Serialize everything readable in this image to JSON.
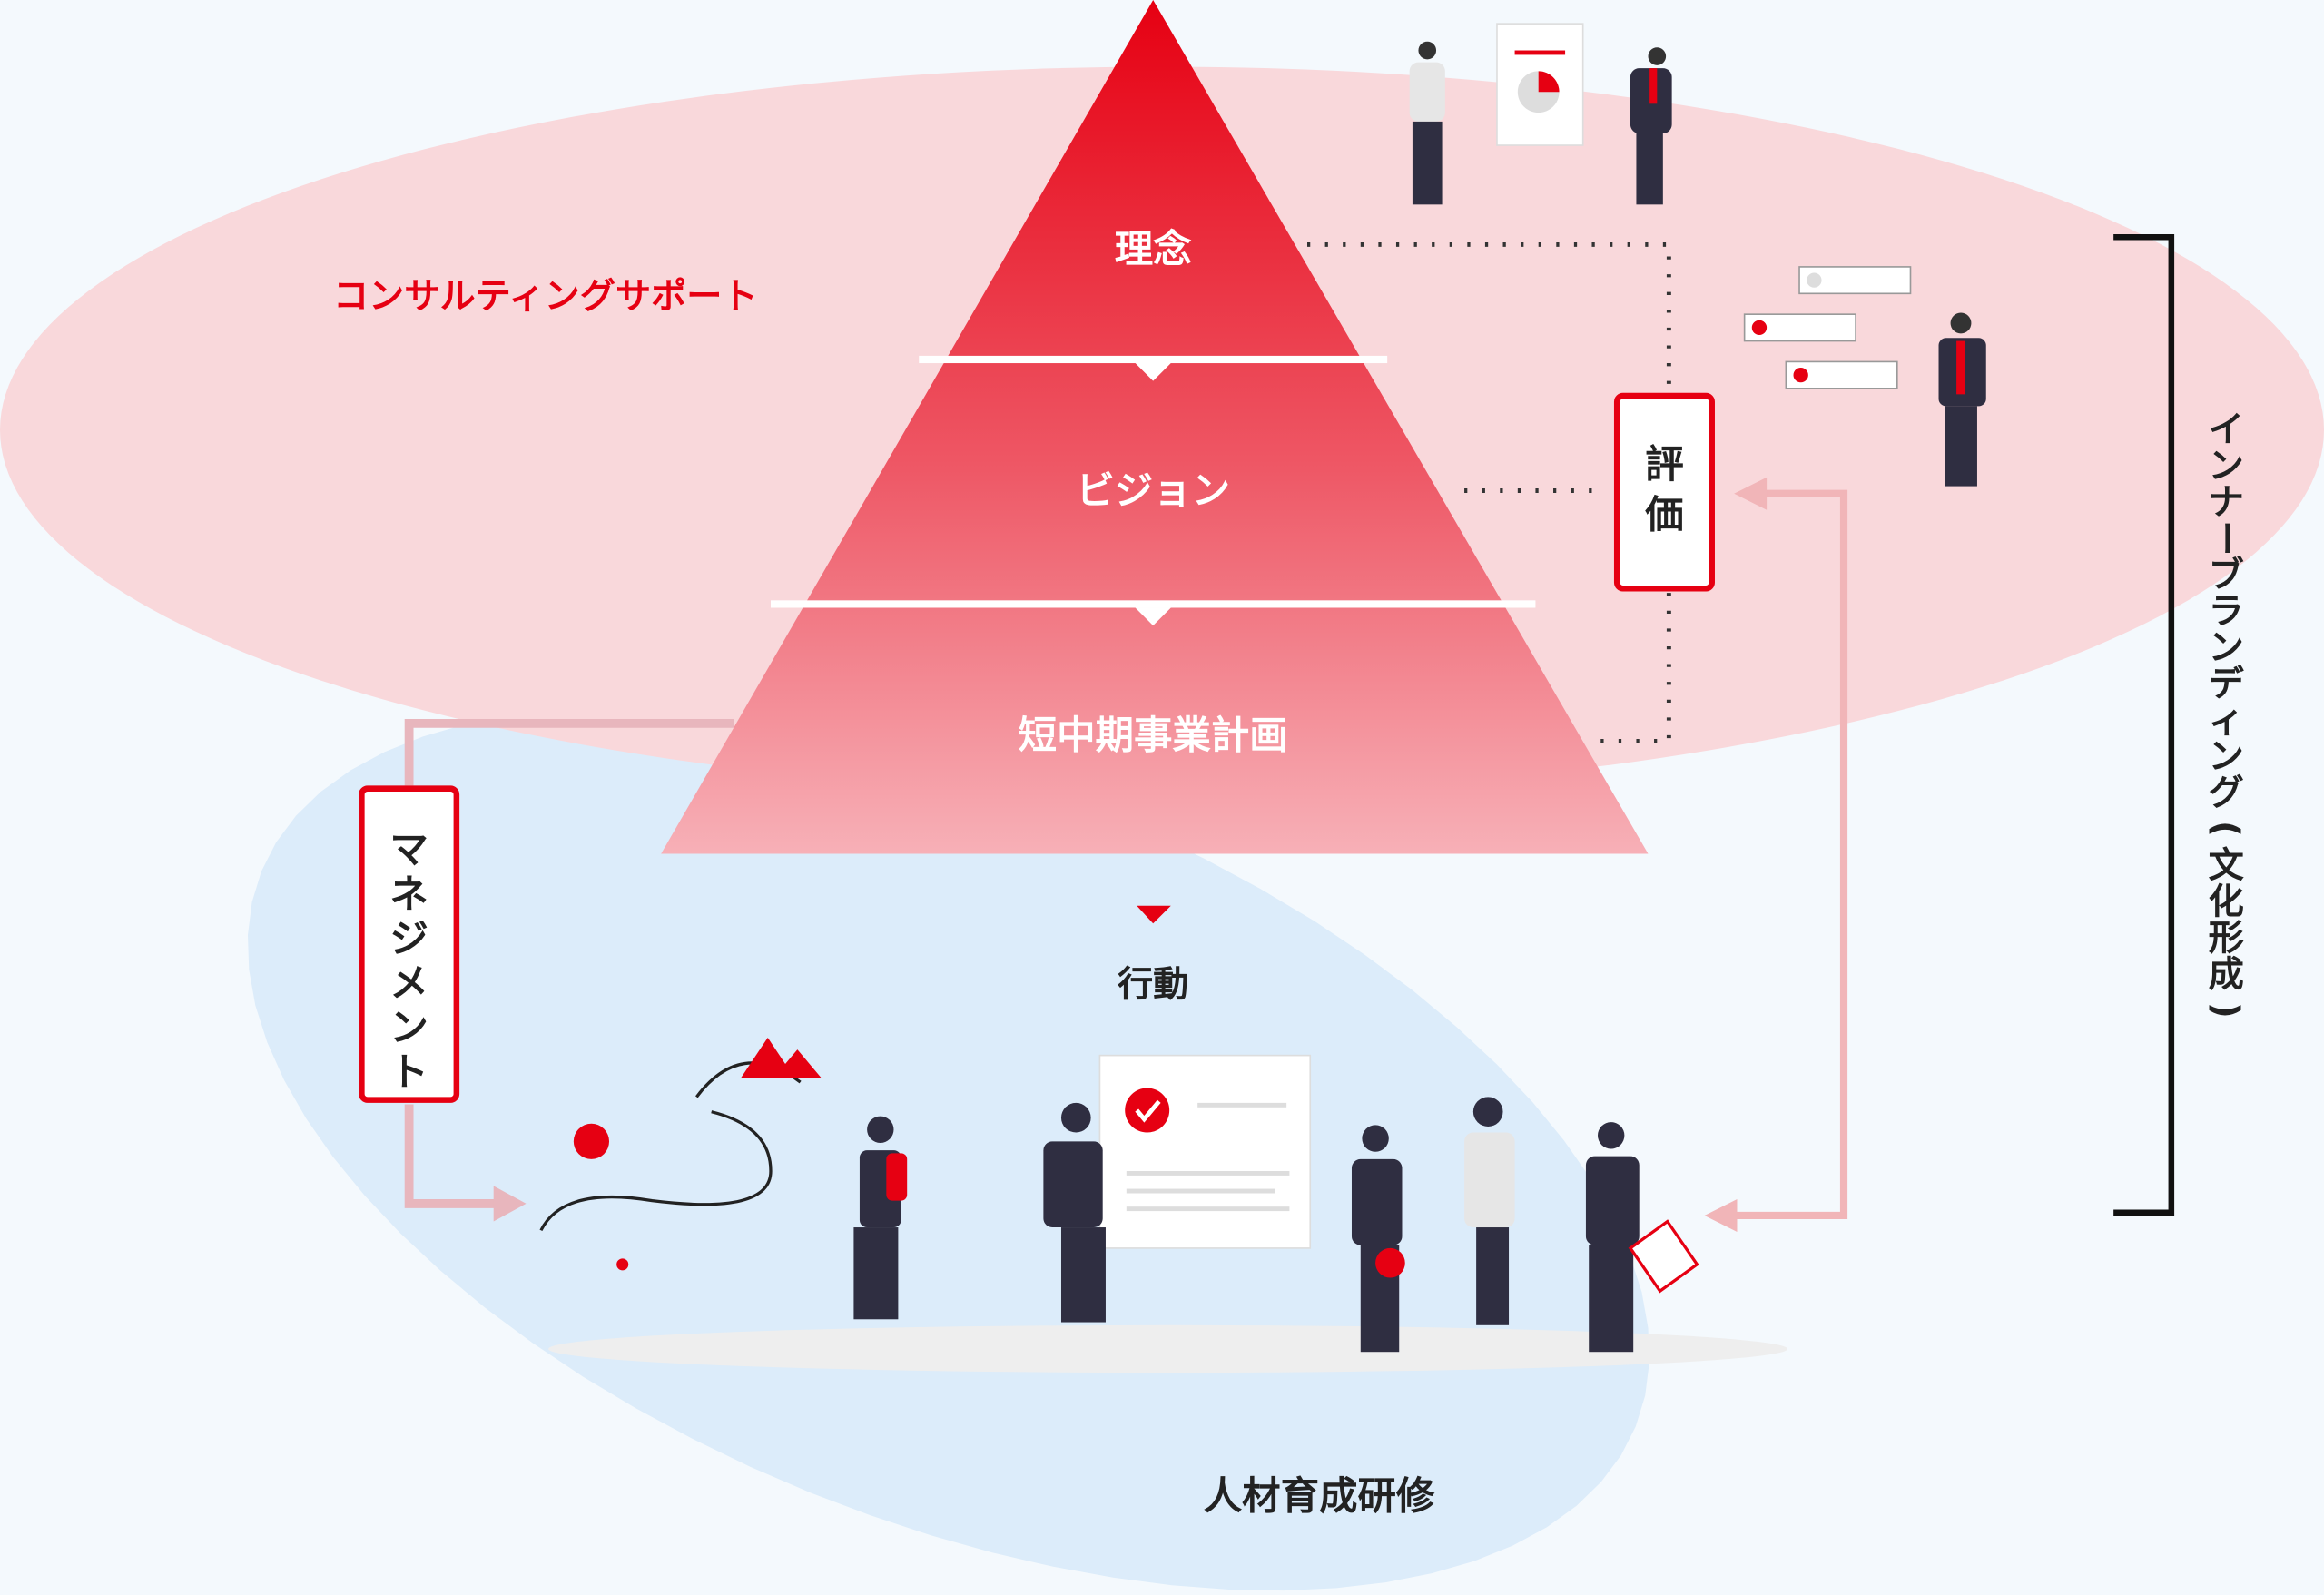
{
  "consulting_label": "コンサルティングサポート",
  "pyramid": {
    "top": "理念",
    "middle": "ビジョン",
    "bottom": "短中期事業計画"
  },
  "action_label": "行動",
  "hr_training_label": "人材育成研修",
  "evaluation_label": [
    "評",
    "価"
  ],
  "management_label": [
    "マ",
    "ネ",
    "ジ",
    "メ",
    "ン",
    "ト"
  ],
  "inner_branding_label": [
    "イ",
    "ン",
    "ナ",
    "ー",
    "ブ",
    "ラ",
    "ン",
    "デ",
    "ィ",
    "ン",
    "グ",
    "(",
    "文",
    "化",
    "形",
    "成",
    ")"
  ],
  "colors": {
    "accent": "#e60012",
    "consulting_ellipse": "#f9d8db",
    "training_ellipse": "#dcecfa",
    "arrow": "#f1b5b8",
    "background": "#f4f9fd"
  }
}
